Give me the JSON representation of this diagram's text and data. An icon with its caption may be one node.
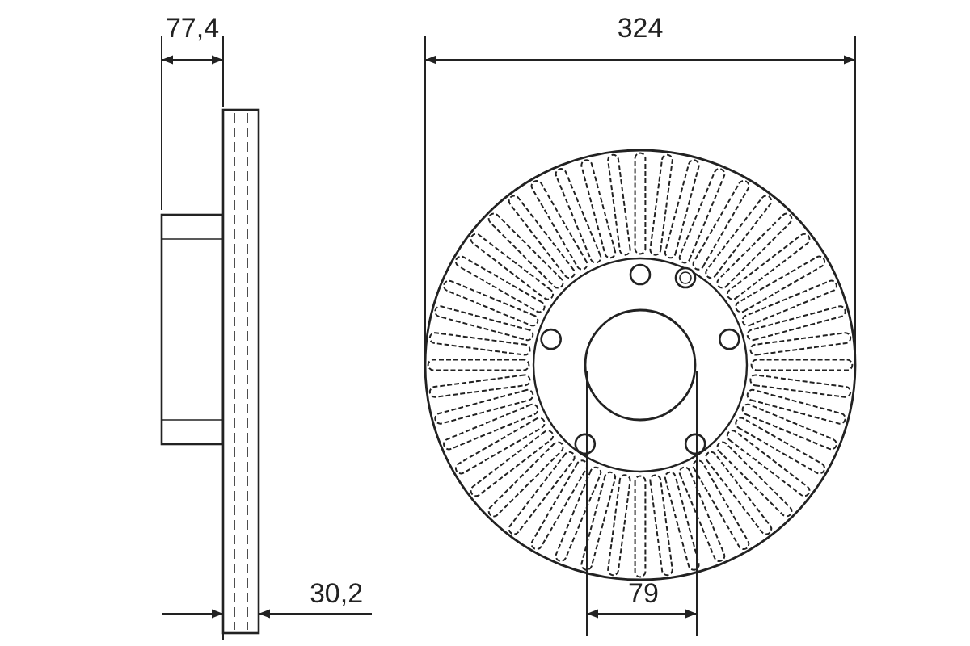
{
  "diagram": {
    "labels": [
      "77,4",
      "324",
      "30,2",
      "79"
    ]
  }
}
